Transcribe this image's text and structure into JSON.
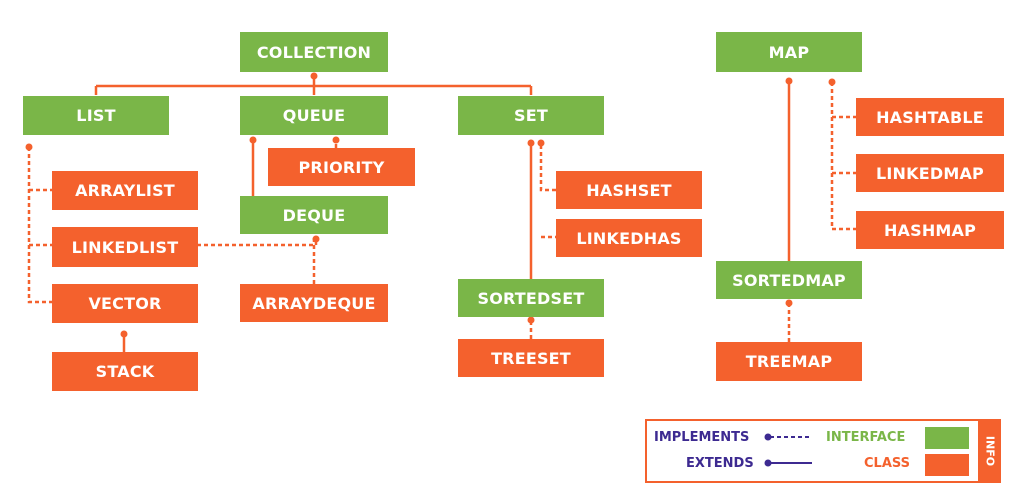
{
  "nodes": {
    "collection": "COLLECTION",
    "list": "LIST",
    "queue": "QUEUE",
    "set": "SET",
    "priority": "PRIORITY",
    "deque": "DEQUE",
    "arraylist": "ARRAYLIST",
    "linkedlist": "LINKEDLIST",
    "vector": "VECTOR",
    "stack": "STACK",
    "arraydeque": "ARRAYDEQUE",
    "hashset": "HASHSET",
    "linkedhas": "LINKEDHAS",
    "sortedset": "SORTEDSET",
    "treeset": "TREESET",
    "map": "MAP",
    "hashtable": "HASHTABLE",
    "linkedmap": "LINKEDMAP",
    "hashmap": "HASHMAP",
    "sortedmap": "SORTEDMAP",
    "treemap": "TREEMAP"
  },
  "legend": {
    "implements": "IMPLEMENTS",
    "extends": "EXTENDS",
    "interface": "INTERFACE",
    "class": "CLASS",
    "tab": "INFO"
  },
  "colors": {
    "interface": "#7ab648",
    "class": "#f4612d",
    "legend_text": "#3d2a91"
  }
}
